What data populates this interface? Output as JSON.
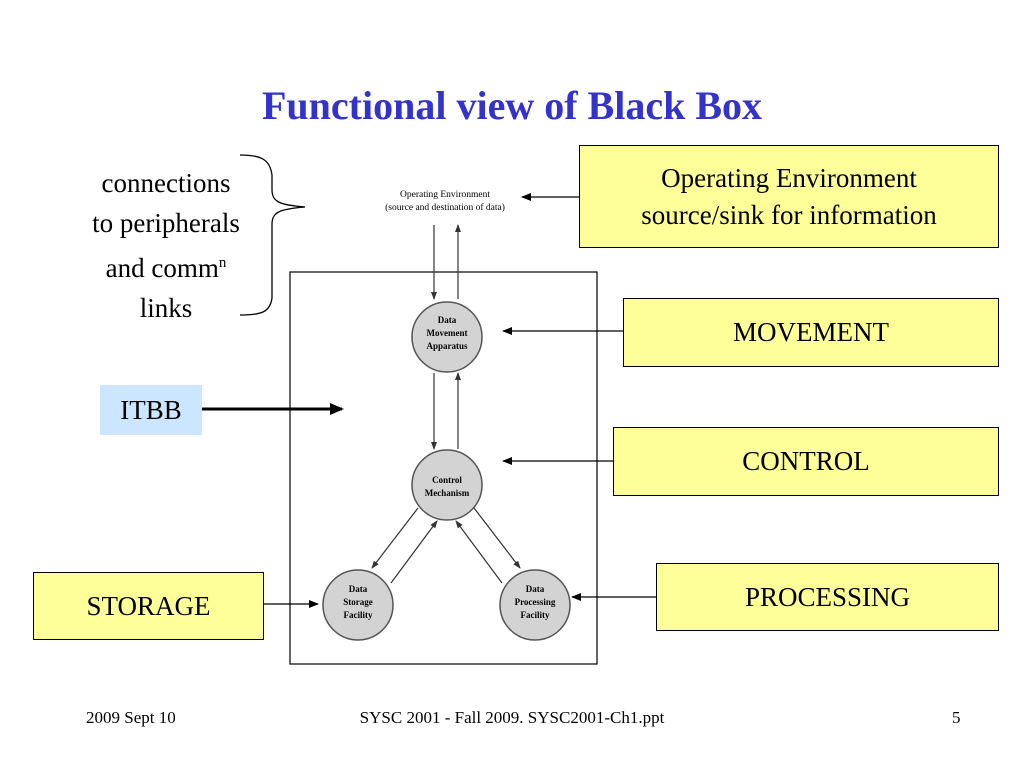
{
  "slide": {
    "title": "Functional view of Black Box"
  },
  "labels": {
    "operating_environment": [
      "Operating Environment",
      "source/sink for information"
    ],
    "movement": "MOVEMENT",
    "control": "CONTROL",
    "processing": "PROCESSING",
    "storage": "STORAGE",
    "itbb": "ITBB",
    "connections_lines": [
      "connections",
      "to peripherals",
      "and comm"
    ],
    "connections_superscript": "n",
    "connections_last": "links"
  },
  "diagram": {
    "env_line1": "Operating Environment",
    "env_line2": "(source and destination of data)",
    "node_movement": [
      "Data",
      "Movement",
      "Apparatus"
    ],
    "node_control": [
      "Control",
      "Mechanism"
    ],
    "node_storage": [
      "Data",
      "Storage",
      "Facility"
    ],
    "node_processing": [
      "Data",
      "Processing",
      "Facility"
    ]
  },
  "footer": {
    "date": "2009 Sept 10",
    "course": "SYSC 2001 - Fall 2009. SYSC2001-Ch1.ppt",
    "page": "5"
  },
  "colors": {
    "title": "#3333cc",
    "label_fill": "#ffff99",
    "itbb_fill": "#cce6ff",
    "node_fill": "#d3d3d3"
  }
}
